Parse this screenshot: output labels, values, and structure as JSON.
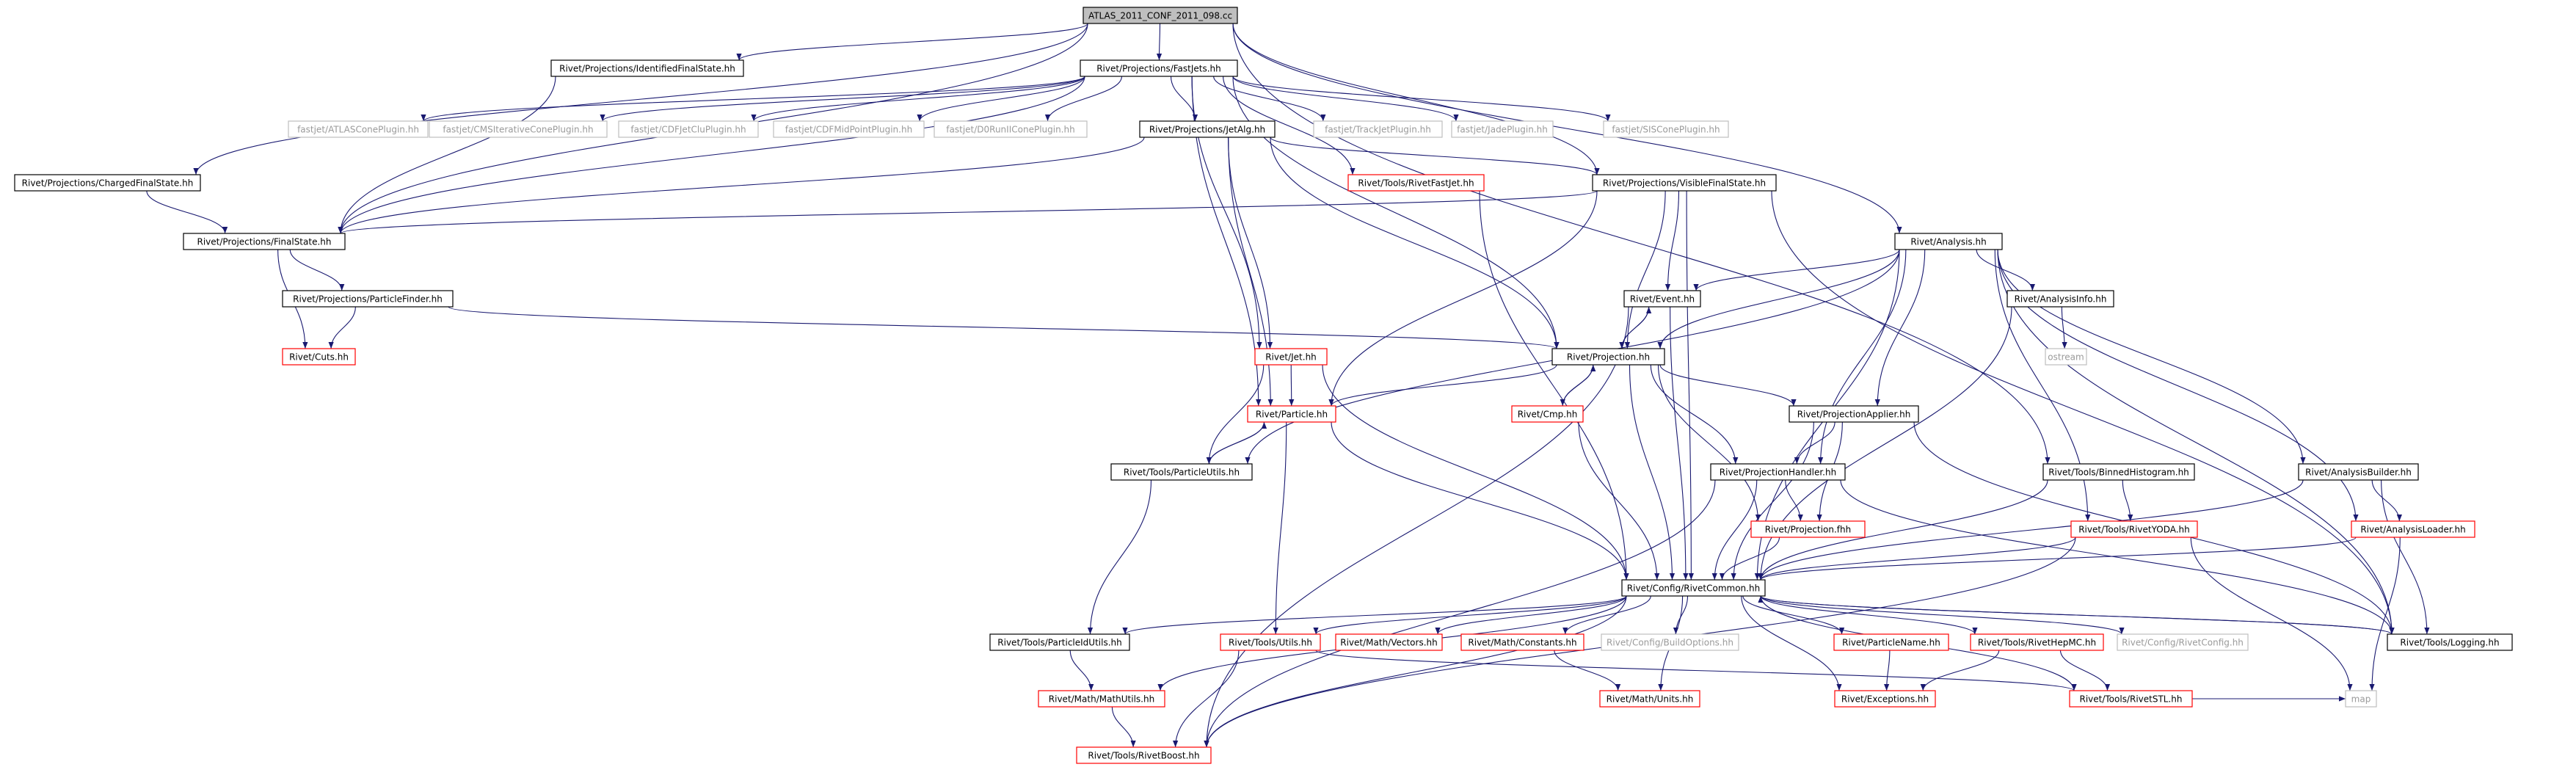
{
  "colors": {
    "edge": "#191970",
    "node_default_border": "#000000",
    "node_missing_border": "#bfbfbf",
    "node_red_border": "#ff0000",
    "node_root_fill": "#bfbfbf",
    "node_fill": "#ffffff",
    "label": "#000000",
    "missing_label": "#9a9a9a"
  },
  "nodes": [
    {
      "id": "root",
      "label": "ATLAS_2011_CONF_2011_098.cc",
      "style": "root"
    },
    {
      "id": "idfs",
      "label": "Rivet/Projections/IdentifiedFinalState.hh",
      "style": "default"
    },
    {
      "id": "fastjets",
      "label": "Rivet/Projections/FastJets.hh",
      "style": "default"
    },
    {
      "id": "atlascone",
      "label": "fastjet/ATLASConePlugin.hh",
      "style": "missing"
    },
    {
      "id": "cmsiter",
      "label": "fastjet/CMSIterativeConePlugin.hh",
      "style": "missing"
    },
    {
      "id": "cdfjetclu",
      "label": "fastjet/CDFJetCluPlugin.hh",
      "style": "missing"
    },
    {
      "id": "cdfmid",
      "label": "fastjet/CDFMidPointPlugin.hh",
      "style": "missing"
    },
    {
      "id": "d0run",
      "label": "fastjet/D0RunIIConePlugin.hh",
      "style": "missing"
    },
    {
      "id": "jetalg",
      "label": "Rivet/Projections/JetAlg.hh",
      "style": "default"
    },
    {
      "id": "trackjet",
      "label": "fastjet/TrackJetPlugin.hh",
      "style": "missing"
    },
    {
      "id": "jade",
      "label": "fastjet/JadePlugin.hh",
      "style": "missing"
    },
    {
      "id": "siscone",
      "label": "fastjet/SISConePlugin.hh",
      "style": "missing"
    },
    {
      "id": "chargedfs",
      "label": "Rivet/Projections/ChargedFinalState.hh",
      "style": "default"
    },
    {
      "id": "rivetfastjet",
      "label": "Rivet/Tools/RivetFastJet.hh",
      "style": "red"
    },
    {
      "id": "visiblefs",
      "label": "Rivet/Projections/VisibleFinalState.hh",
      "style": "default"
    },
    {
      "id": "finalstate",
      "label": "Rivet/Projections/FinalState.hh",
      "style": "default"
    },
    {
      "id": "analysis",
      "label": "Rivet/Analysis.hh",
      "style": "default"
    },
    {
      "id": "particlefinder",
      "label": "Rivet/Projections/ParticleFinder.hh",
      "style": "default"
    },
    {
      "id": "event",
      "label": "Rivet/Event.hh",
      "style": "default"
    },
    {
      "id": "analysisinfo",
      "label": "Rivet/AnalysisInfo.hh",
      "style": "default"
    },
    {
      "id": "cuts",
      "label": "Rivet/Cuts.hh",
      "style": "red"
    },
    {
      "id": "jet",
      "label": "Rivet/Jet.hh",
      "style": "red"
    },
    {
      "id": "projection",
      "label": "Rivet/Projection.hh",
      "style": "default"
    },
    {
      "id": "ostream",
      "label": "ostream",
      "style": "missing"
    },
    {
      "id": "cmp",
      "label": "Rivet/Cmp.hh",
      "style": "red"
    },
    {
      "id": "particle",
      "label": "Rivet/Particle.hh",
      "style": "red"
    },
    {
      "id": "projapplier",
      "label": "Rivet/ProjectionApplier.hh",
      "style": "default"
    },
    {
      "id": "particleutils",
      "label": "Rivet/Tools/ParticleUtils.hh",
      "style": "default"
    },
    {
      "id": "projhandler",
      "label": "Rivet/ProjectionHandler.hh",
      "style": "default"
    },
    {
      "id": "binnedhist",
      "label": "Rivet/Tools/BinnedHistogram.hh",
      "style": "default"
    },
    {
      "id": "analysisbuilder",
      "label": "Rivet/AnalysisBuilder.hh",
      "style": "default"
    },
    {
      "id": "projectionfhh",
      "label": "Rivet/Projection.fhh",
      "style": "red"
    },
    {
      "id": "rivetyoda",
      "label": "Rivet/Tools/RivetYODA.hh",
      "style": "red"
    },
    {
      "id": "analysisloader",
      "label": "Rivet/AnalysisLoader.hh",
      "style": "red"
    },
    {
      "id": "rivetcommon",
      "label": "Rivet/Config/RivetCommon.hh",
      "style": "default"
    },
    {
      "id": "particleidutils",
      "label": "Rivet/Tools/ParticleIdUtils.hh",
      "style": "default"
    },
    {
      "id": "utils",
      "label": "Rivet/Tools/Utils.hh",
      "style": "red"
    },
    {
      "id": "vectors",
      "label": "Rivet/Math/Vectors.hh",
      "style": "red"
    },
    {
      "id": "constants",
      "label": "Rivet/Math/Constants.hh",
      "style": "red"
    },
    {
      "id": "buildoptions",
      "label": "Rivet/Config/BuildOptions.hh",
      "style": "missing"
    },
    {
      "id": "particlename",
      "label": "Rivet/ParticleName.hh",
      "style": "red"
    },
    {
      "id": "rivethepmc",
      "label": "Rivet/Tools/RivetHepMC.hh",
      "style": "red"
    },
    {
      "id": "rivetconfig",
      "label": "Rivet/Config/RivetConfig.hh",
      "style": "missing"
    },
    {
      "id": "logging",
      "label": "Rivet/Tools/Logging.hh",
      "style": "default"
    },
    {
      "id": "mathutils",
      "label": "Rivet/Math/MathUtils.hh",
      "style": "red"
    },
    {
      "id": "units",
      "label": "Rivet/Math/Units.hh",
      "style": "red"
    },
    {
      "id": "exceptions",
      "label": "Rivet/Exceptions.hh",
      "style": "red"
    },
    {
      "id": "rivetstl",
      "label": "Rivet/Tools/RivetSTL.hh",
      "style": "red"
    },
    {
      "id": "map",
      "label": "map",
      "style": "missing"
    },
    {
      "id": "rivetboost",
      "label": "Rivet/Tools/RivetBoost.hh",
      "style": "red"
    }
  ],
  "edges": [
    [
      "root",
      "idfs"
    ],
    [
      "root",
      "fastjets"
    ],
    [
      "root",
      "chargedfs"
    ],
    [
      "root",
      "finalstate"
    ],
    [
      "root",
      "visiblefs"
    ],
    [
      "root",
      "analysis"
    ],
    [
      "root",
      "binnedhist"
    ],
    [
      "idfs",
      "finalstate"
    ],
    [
      "fastjets",
      "atlascone"
    ],
    [
      "fastjets",
      "cmsiter"
    ],
    [
      "fastjets",
      "cdfjetclu"
    ],
    [
      "fastjets",
      "cdfmid"
    ],
    [
      "fastjets",
      "d0run"
    ],
    [
      "fastjets",
      "jetalg"
    ],
    [
      "fastjets",
      "trackjet"
    ],
    [
      "fastjets",
      "jade"
    ],
    [
      "fastjets",
      "siscone"
    ],
    [
      "fastjets",
      "rivetfastjet"
    ],
    [
      "fastjets",
      "finalstate"
    ],
    [
      "fastjets",
      "jet"
    ],
    [
      "fastjets",
      "particle"
    ],
    [
      "fastjets",
      "projection"
    ],
    [
      "jetalg",
      "finalstate"
    ],
    [
      "jetalg",
      "visiblefs"
    ],
    [
      "jetalg",
      "jet"
    ],
    [
      "jetalg",
      "particle"
    ],
    [
      "jetalg",
      "projection"
    ],
    [
      "chargedfs",
      "finalstate"
    ],
    [
      "rivetfastjet",
      "rivetcommon"
    ],
    [
      "visiblefs",
      "finalstate"
    ],
    [
      "visiblefs",
      "event"
    ],
    [
      "visiblefs",
      "projection"
    ],
    [
      "visiblefs",
      "particle"
    ],
    [
      "visiblefs",
      "rivetcommon"
    ],
    [
      "visiblefs",
      "logging"
    ],
    [
      "finalstate",
      "particlefinder"
    ],
    [
      "finalstate",
      "cuts"
    ],
    [
      "particlefinder",
      "projection"
    ],
    [
      "particlefinder",
      "cuts"
    ],
    [
      "analysis",
      "event"
    ],
    [
      "analysis",
      "analysisinfo"
    ],
    [
      "analysis",
      "projection"
    ],
    [
      "analysis",
      "projapplier"
    ],
    [
      "analysis",
      "projhandler"
    ],
    [
      "analysis",
      "rivetyoda"
    ],
    [
      "analysis",
      "analysisbuilder"
    ],
    [
      "analysis",
      "analysisloader"
    ],
    [
      "analysis",
      "logging"
    ],
    [
      "analysis",
      "rivetcommon"
    ],
    [
      "analysis",
      "particleutils"
    ],
    [
      "event",
      "projection"
    ],
    [
      "event",
      "rivetboost"
    ],
    [
      "event",
      "rivetcommon"
    ],
    [
      "analysisinfo",
      "ostream"
    ],
    [
      "analysisinfo",
      "rivetcommon"
    ],
    [
      "jet",
      "particle"
    ],
    [
      "jet",
      "particleutils"
    ],
    [
      "jet",
      "rivetcommon"
    ],
    [
      "projection",
      "event"
    ],
    [
      "projection",
      "cmp"
    ],
    [
      "projection",
      "particle"
    ],
    [
      "projection",
      "projapplier"
    ],
    [
      "projection",
      "projhandler"
    ],
    [
      "projection",
      "projectionfhh"
    ],
    [
      "projection",
      "rivetcommon"
    ],
    [
      "cmp",
      "projection"
    ],
    [
      "cmp",
      "rivetcommon"
    ],
    [
      "particle",
      "particleutils"
    ],
    [
      "particle",
      "utils"
    ],
    [
      "particle",
      "rivetcommon"
    ],
    [
      "projapplier",
      "projhandler"
    ],
    [
      "projapplier",
      "projectionfhh"
    ],
    [
      "projapplier",
      "rivetcommon"
    ],
    [
      "projapplier",
      "logging"
    ],
    [
      "particleutils",
      "particle"
    ],
    [
      "particleutils",
      "particleidutils"
    ],
    [
      "projhandler",
      "projectionfhh"
    ],
    [
      "projhandler",
      "rivetcommon"
    ],
    [
      "projhandler",
      "logging"
    ],
    [
      "projhandler",
      "rivetboost"
    ],
    [
      "binnedhist",
      "rivetcommon"
    ],
    [
      "binnedhist",
      "rivetyoda"
    ],
    [
      "analysisbuilder",
      "analysisloader"
    ],
    [
      "analysisbuilder",
      "logging"
    ],
    [
      "analysisbuilder",
      "rivetcommon"
    ],
    [
      "projectionfhh",
      "rivetcommon"
    ],
    [
      "rivetyoda",
      "rivetcommon"
    ],
    [
      "rivetyoda",
      "rivetboost"
    ],
    [
      "rivetyoda",
      "map"
    ],
    [
      "analysisloader",
      "rivetcommon"
    ],
    [
      "analysisloader",
      "map"
    ],
    [
      "rivetcommon",
      "particleidutils"
    ],
    [
      "rivetcommon",
      "utils"
    ],
    [
      "rivetcommon",
      "vectors"
    ],
    [
      "rivetcommon",
      "constants"
    ],
    [
      "rivetcommon",
      "buildoptions"
    ],
    [
      "rivetcommon",
      "particlename"
    ],
    [
      "rivetcommon",
      "rivethepmc"
    ],
    [
      "rivetcommon",
      "rivetconfig"
    ],
    [
      "rivetcommon",
      "logging"
    ],
    [
      "rivetcommon",
      "mathutils"
    ],
    [
      "rivetcommon",
      "units"
    ],
    [
      "rivetcommon",
      "exceptions"
    ],
    [
      "rivetcommon",
      "rivetstl"
    ],
    [
      "rivetcommon",
      "rivetboost"
    ],
    [
      "logging",
      "rivetcommon"
    ],
    [
      "particleidutils",
      "mathutils"
    ],
    [
      "utils",
      "rivetboost"
    ],
    [
      "utils",
      "rivetstl"
    ],
    [
      "constants",
      "units"
    ],
    [
      "particlename",
      "exceptions"
    ],
    [
      "rivethepmc",
      "exceptions"
    ],
    [
      "rivethepmc",
      "rivetstl"
    ],
    [
      "mathutils",
      "rivetboost"
    ],
    [
      "rivetstl",
      "map"
    ]
  ]
}
